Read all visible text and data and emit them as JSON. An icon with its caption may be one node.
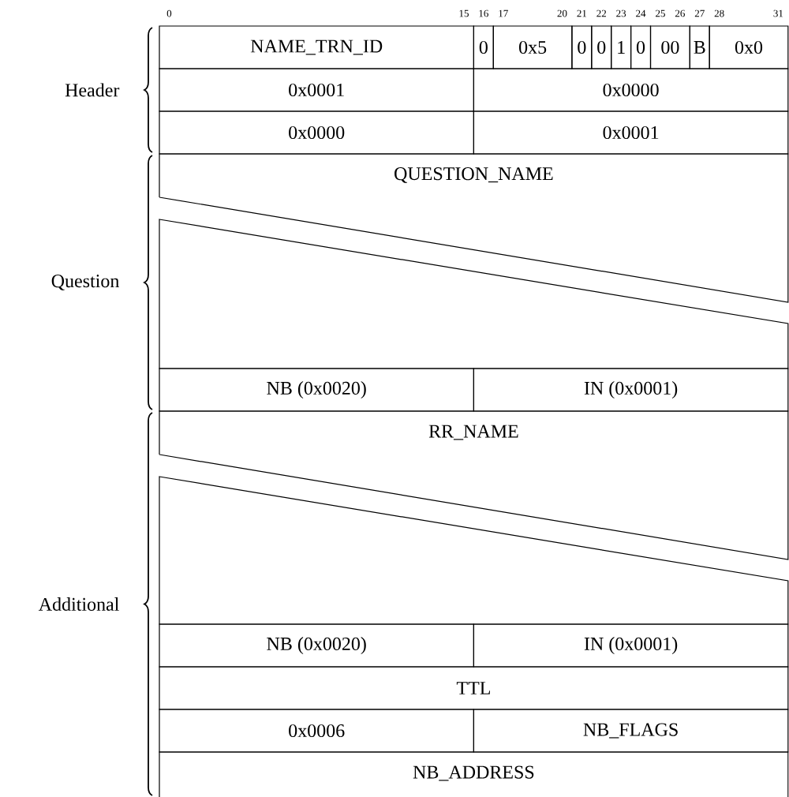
{
  "diagram": {
    "nodes": [
      {
        "text": [
          "NAME_TRN_ID"
        ]
      },
      {
        "text": [
          "0"
        ]
      },
      {
        "text": [
          "0x5"
        ]
      },
      {
        "text": [
          "0"
        ]
      },
      {
        "text": [
          "0"
        ]
      },
      {
        "text": [
          "1"
        ]
      },
      {
        "text": [
          "0"
        ]
      },
      {
        "text": [
          "00"
        ]
      },
      {
        "text": [
          "B"
        ]
      },
      {
        "text": [
          "0x0"
        ]
      },
      {
        "text": [
          "0x0001"
        ]
      },
      {
        "text": [
          "0x0000"
        ]
      },
      {
        "text": [
          "0x0000"
        ]
      },
      {
        "text": [
          "0x0001"
        ]
      },
      {
        "text": [
          "QUESTION_NAME"
        ]
      },
      {
        "text": [
          "NB (0x0020)"
        ]
      },
      {
        "text": [
          "IN (0x0001)"
        ]
      },
      {
        "text": [
          "RR_NAME"
        ]
      },
      {
        "text": [
          "NB (0x0020)"
        ]
      },
      {
        "text": [
          "IN (0x0001)"
        ]
      },
      {
        "text": [
          "TTL"
        ]
      },
      {
        "text": [
          "0x0006"
        ]
      },
      {
        "text": [
          "NB_FLAGS"
        ]
      },
      {
        "text": [
          "NB_ADDRESS"
        ]
      }
    ],
    "labels": [
      "0",
      "15",
      "16",
      "17",
      "20",
      "21",
      "22",
      "23",
      "24",
      "25",
      "26",
      "27",
      "28",
      "31",
      "Header",
      "Question",
      "Additional"
    ]
  }
}
